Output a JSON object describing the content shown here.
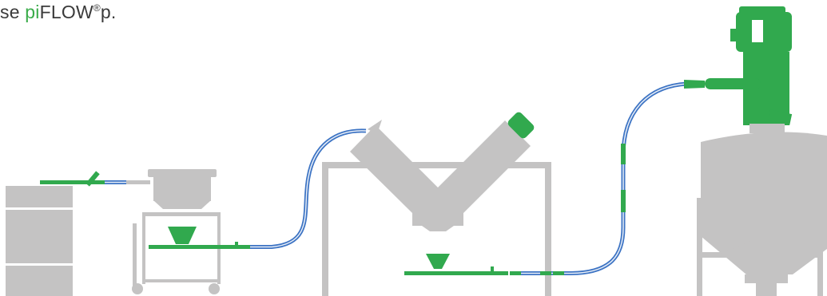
{
  "caption": {
    "prefix": "se ",
    "brand": "pi",
    "product": "FLOW",
    "reg": "®",
    "suffix": "p."
  },
  "colors": {
    "machine": "#c4c3c3",
    "accent": "#31a94e",
    "hose": "#3d74c4",
    "hose_light": "#e8eef7",
    "text": "#3a3a3a"
  },
  "equipment": [
    {
      "name": "drum",
      "icon": "drum-icon"
    },
    {
      "name": "sieve-station",
      "icon": "sieve-icon"
    },
    {
      "name": "v-blender",
      "icon": "v-blender-icon"
    },
    {
      "name": "vacuum-conveyor-receiver",
      "icon": "conveyor-receiver-icon"
    },
    {
      "name": "silo-hopper",
      "icon": "hopper-icon"
    }
  ]
}
